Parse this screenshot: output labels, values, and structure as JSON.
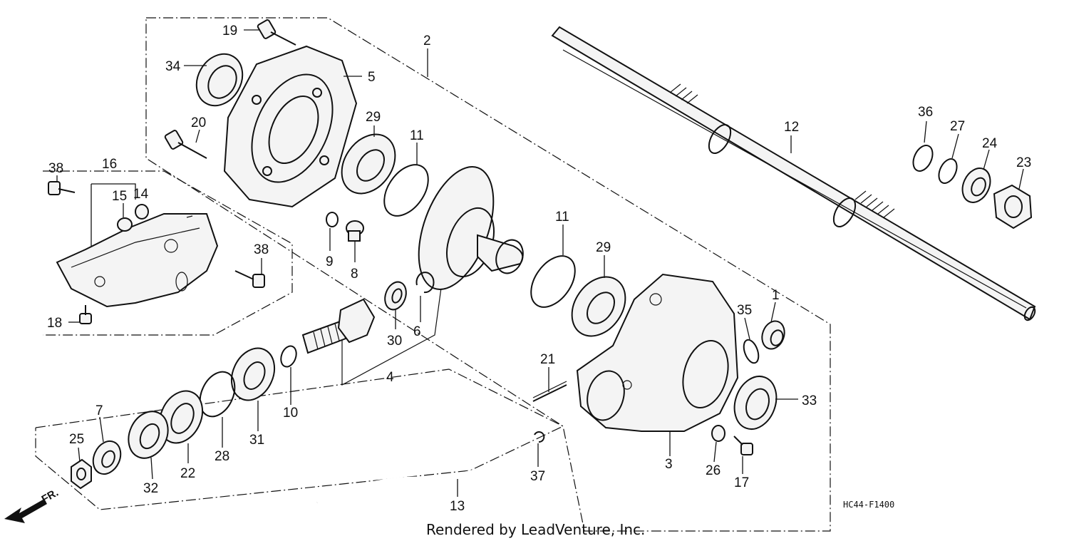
{
  "callouts": {
    "p1": "1",
    "p2": "2",
    "p3": "3",
    "p4": "4",
    "p5": "5",
    "p6": "6",
    "p7": "7",
    "p8": "8",
    "p9": "9",
    "p10": "10",
    "p11a": "11",
    "p11b": "11",
    "p12": "12",
    "p13": "13",
    "p14": "14",
    "p15": "15",
    "p16": "16",
    "p17": "17",
    "p18": "18",
    "p19": "19",
    "p20": "20",
    "p21": "21",
    "p22": "22",
    "p23": "23",
    "p24": "24",
    "p25": "25",
    "p26": "26",
    "p27": "27",
    "p28": "28",
    "p29a": "29",
    "p29b": "29",
    "p30": "30",
    "p31": "31",
    "p32": "32",
    "p33": "33",
    "p34": "34",
    "p35": "35",
    "p36": "36",
    "p37": "37",
    "p38a": "38",
    "p38b": "38"
  },
  "direction_label": "FR.",
  "reference_code": "HC44-F1400",
  "credit": "Rendered by LeadVenture, Inc."
}
